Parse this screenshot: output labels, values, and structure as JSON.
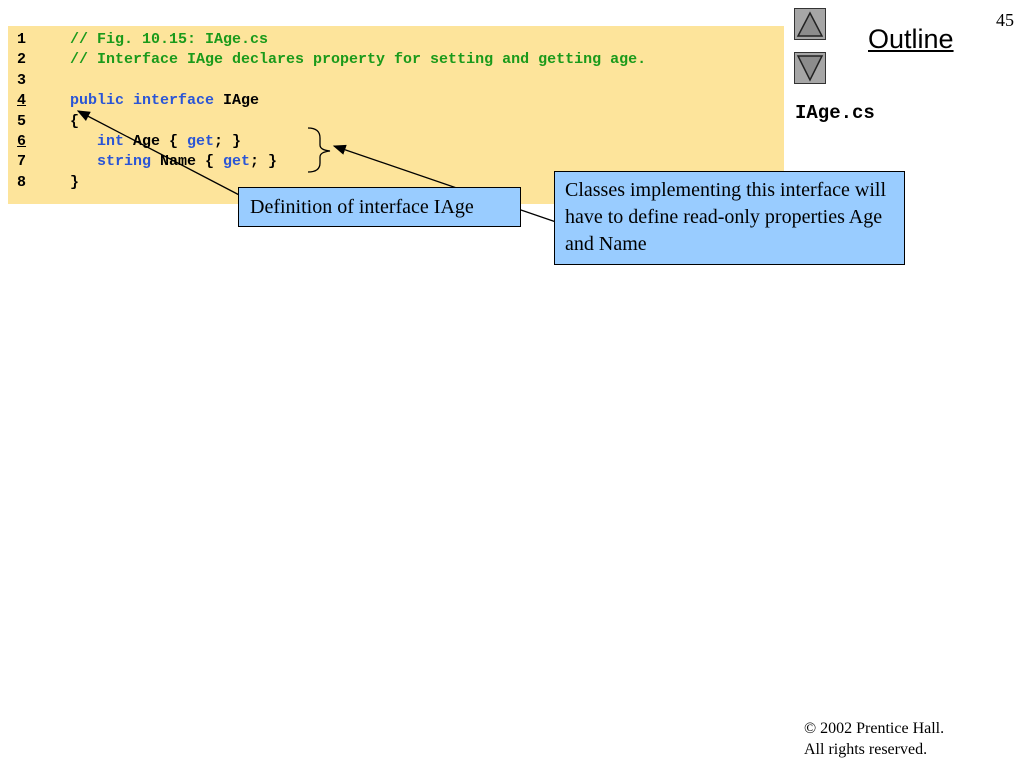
{
  "slide_number": "45",
  "outline": {
    "title": "Outline",
    "file_label": "IAge.cs"
  },
  "code": {
    "lines": [
      {
        "num": "1",
        "spans": [
          {
            "cls": "cm",
            "text": "// Fig. 10.15: IAge.cs"
          }
        ]
      },
      {
        "num": "2",
        "spans": [
          {
            "cls": "cm",
            "text": "// Interface IAge declares property for setting and getting age."
          }
        ]
      },
      {
        "num": "3",
        "spans": []
      },
      {
        "num": "4",
        "underlined": true,
        "spans": [
          {
            "cls": "kw",
            "text": "public interface"
          },
          {
            "cls": "tx",
            "text": " IAge"
          }
        ]
      },
      {
        "num": "5",
        "spans": [
          {
            "cls": "tx",
            "text": "{"
          }
        ]
      },
      {
        "num": "6",
        "underlined": true,
        "spans": [
          {
            "cls": "kw",
            "text": "   int"
          },
          {
            "cls": "tx",
            "text": " Age { "
          },
          {
            "cls": "kw",
            "text": "get"
          },
          {
            "cls": "tx",
            "text": "; }"
          }
        ]
      },
      {
        "num": "7",
        "spans": [
          {
            "cls": "kw",
            "text": "   string"
          },
          {
            "cls": "tx",
            "text": " Name { "
          },
          {
            "cls": "kw",
            "text": "get"
          },
          {
            "cls": "tx",
            "text": "; }"
          }
        ]
      },
      {
        "num": "8",
        "spans": [
          {
            "cls": "tx",
            "text": "}"
          }
        ]
      }
    ]
  },
  "callouts": {
    "definition": "Definition of interface IAge",
    "implementing": "Classes implementing this interface will have to define read-only properties Age and Name"
  },
  "footer": {
    "copyright_line1": "© 2002 Prentice Hall.",
    "copyright_line2": "All rights reserved."
  },
  "colors": {
    "code_background": "#fde49b",
    "callout_background": "#99ccff",
    "comment": "#1a9a1a",
    "keyword": "#2a55d6"
  },
  "icons": {
    "nav_up": "triangle-up-icon",
    "nav_down": "triangle-down-icon"
  }
}
